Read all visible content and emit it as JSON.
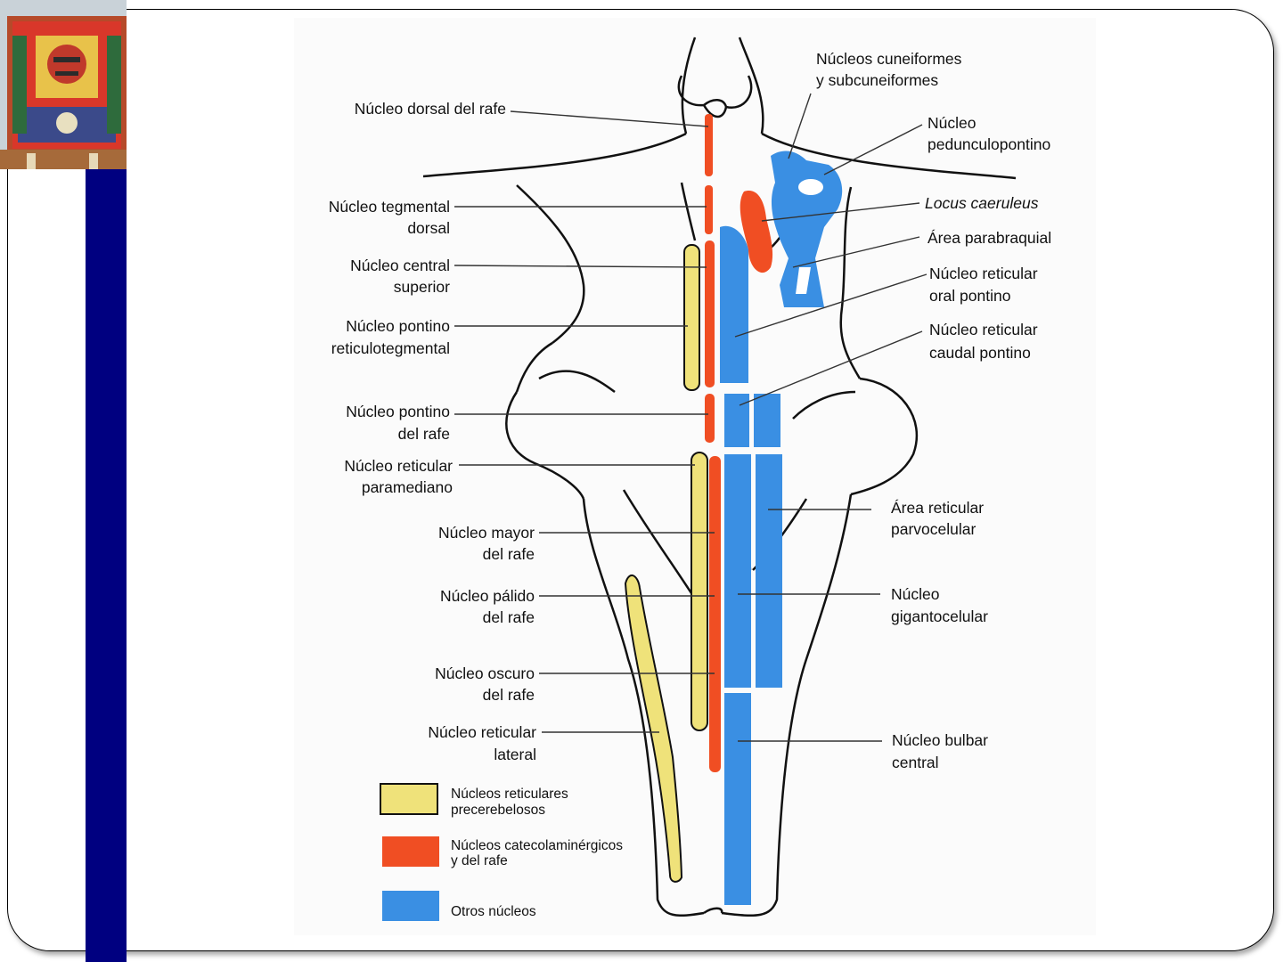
{
  "colors": {
    "frame": "#000000",
    "side_bar": "#000080",
    "catecholaminergic": "#f04e23",
    "other_nuclei": "#3a8fe3",
    "precerebellar": "#efe27a"
  },
  "labels_left": {
    "dorsal_raphe": [
      "Núcleo dorsal del rafe"
    ],
    "dorsal_tegmental": [
      "Núcleo tegmental",
      "dorsal"
    ],
    "central_superior": [
      "Núcleo central",
      "superior"
    ],
    "reticulotegmental": [
      "Núcleo pontino",
      "reticulotegmental"
    ],
    "pontine_raphe": [
      "Núcleo pontino",
      "del rafe"
    ],
    "paramedian_reticular": [
      "Núcleo reticular",
      "paramediano"
    ],
    "raphe_magnus": [
      "Núcleo mayor",
      "del rafe"
    ],
    "raphe_pallidus": [
      "Núcleo pálido",
      "del rafe"
    ],
    "raphe_obscurus": [
      "Núcleo oscuro",
      "del rafe"
    ],
    "lateral_reticular": [
      "Núcleo reticular",
      "lateral"
    ]
  },
  "labels_right": {
    "cuneiform": [
      "Núcleos cuneiformes",
      "y subcuneiformes"
    ],
    "pedunculopontine": [
      "Núcleo",
      "pedunculopontino"
    ],
    "locus_caeruleus": [
      "Locus caeruleus"
    ],
    "parabrachial": [
      "Área parabraquial"
    ],
    "oral_pontine": [
      "Núcleo reticular",
      "oral pontino"
    ],
    "caudal_pontine": [
      "Núcleo reticular",
      "caudal pontino"
    ],
    "parvocellular": [
      "Área reticular",
      "parvocelular"
    ],
    "gigantocellular": [
      "Núcleo",
      "gigantocelular"
    ],
    "central_medullary": [
      "Núcleo bulbar",
      "central"
    ]
  },
  "legend": {
    "precerebellar": [
      "Núcleos reticulares",
      "precerebelosos"
    ],
    "catecholaminergic": [
      "Núcleos catecolaminérgicos",
      "y del rafe"
    ],
    "other": [
      "Otros núcleos"
    ]
  }
}
